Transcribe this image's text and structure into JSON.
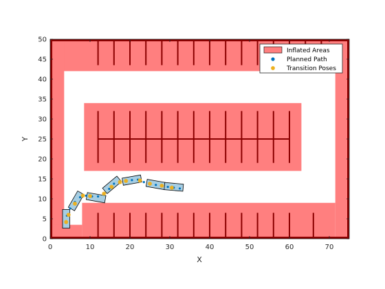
{
  "chart_data": {
    "type": "map-plot",
    "xlabel": "X",
    "ylabel": "Y",
    "xlim": [
      0,
      75
    ],
    "ylim": [
      0,
      50
    ],
    "xticks": [
      "0",
      "10",
      "20",
      "30",
      "40",
      "50",
      "60",
      "70"
    ],
    "yticks": [
      "0",
      "5",
      "10",
      "15",
      "20",
      "25",
      "30",
      "35",
      "40",
      "45",
      "50"
    ],
    "grid": false,
    "legend_position": "top-right",
    "legend": [
      {
        "label": "Inflated Areas",
        "kind": "patch",
        "color": "#ff7f7f"
      },
      {
        "label": "Planned Path",
        "kind": "marker",
        "color": "#0072bd"
      },
      {
        "label": "Transition Poses",
        "kind": "marker",
        "color": "#edb120"
      }
    ],
    "colors": {
      "inflated": "#ff7f7f",
      "obstacle": "#8b0000",
      "free": "#ffffff",
      "vehicle_fill": "#a6cee3",
      "vehicle_edge": "#000000",
      "path": "#0072bd",
      "pose": "#edb120"
    },
    "boundary": {
      "x": [
        0,
        75
      ],
      "y": [
        0,
        50
      ]
    },
    "inflated_regions": [
      {
        "name": "top-band",
        "x": [
          0,
          75
        ],
        "y": [
          42,
          50
        ]
      },
      {
        "name": "left-band",
        "x": [
          0,
          3.5
        ],
        "y": [
          0,
          50
        ]
      },
      {
        "name": "right-band",
        "x": [
          71.5,
          75
        ],
        "y": [
          0,
          50
        ]
      },
      {
        "name": "center-island",
        "x": [
          8.5,
          63
        ],
        "y": [
          17,
          34
        ]
      },
      {
        "name": "bottom-band",
        "x": [
          8,
          71.5
        ],
        "y": [
          0,
          9
        ]
      },
      {
        "name": "bottom-left-corner",
        "x": [
          0,
          8
        ],
        "y": [
          0,
          3.5
        ]
      }
    ],
    "obstacle_lines": {
      "top_row_x": [
        12,
        16,
        20,
        24,
        28,
        32,
        36,
        40,
        44,
        48,
        52,
        56,
        60,
        64,
        68
      ],
      "top_row_y": [
        43.5,
        50
      ],
      "center_row_x": [
        12,
        16,
        20,
        24,
        28,
        32,
        36,
        40,
        44,
        48,
        52,
        56,
        60
      ],
      "center_row_y": [
        19,
        32
      ],
      "center_divider": {
        "x": [
          12,
          60
        ],
        "y": 25
      },
      "bottom_row_x": [
        12,
        16,
        20,
        24,
        28,
        32,
        36,
        40,
        44,
        48,
        52,
        56,
        60,
        66
      ],
      "bottom_row_y": [
        0,
        6.5
      ]
    },
    "planned_path": {
      "x": [
        4,
        4.2,
        5,
        6.2,
        7.5,
        9,
        10.5,
        12,
        13.5,
        14.8,
        16,
        17.5,
        19,
        20.5,
        22,
        23.5,
        25,
        26.5,
        28,
        29.5,
        31,
        32.5
      ],
      "y": [
        4,
        5.8,
        7.6,
        9.2,
        10.4,
        10.8,
        10.6,
        10.6,
        11,
        12.5,
        13.8,
        14.3,
        14.5,
        14.7,
        14.8,
        14.2,
        13.8,
        13.5,
        13.3,
        13,
        12.8,
        12.6
      ]
    },
    "transition_poses": {
      "x": [
        4,
        4.6,
        6.2,
        8.2,
        10,
        13.5,
        15.4,
        17.5,
        19,
        22.5,
        25,
        28,
        30.5
      ],
      "y": [
        4.2,
        6,
        8.8,
        10.8,
        10.7,
        11.3,
        13,
        14.2,
        14.5,
        14.6,
        13.8,
        13.3,
        12.8
      ]
    },
    "vehicle_poses": [
      {
        "x": 4,
        "y": 5,
        "angle_deg": 90
      },
      {
        "x": 6.5,
        "y": 9.5,
        "angle_deg": 60
      },
      {
        "x": 11.5,
        "y": 10.3,
        "angle_deg": -10
      },
      {
        "x": 15.5,
        "y": 13.5,
        "angle_deg": 40
      },
      {
        "x": 20.5,
        "y": 14.7,
        "angle_deg": 10
      },
      {
        "x": 26.5,
        "y": 13.6,
        "angle_deg": -10
      },
      {
        "x": 31,
        "y": 13,
        "angle_deg": -5
      }
    ],
    "vehicle_size": {
      "length": 4.7,
      "width": 1.8
    }
  }
}
